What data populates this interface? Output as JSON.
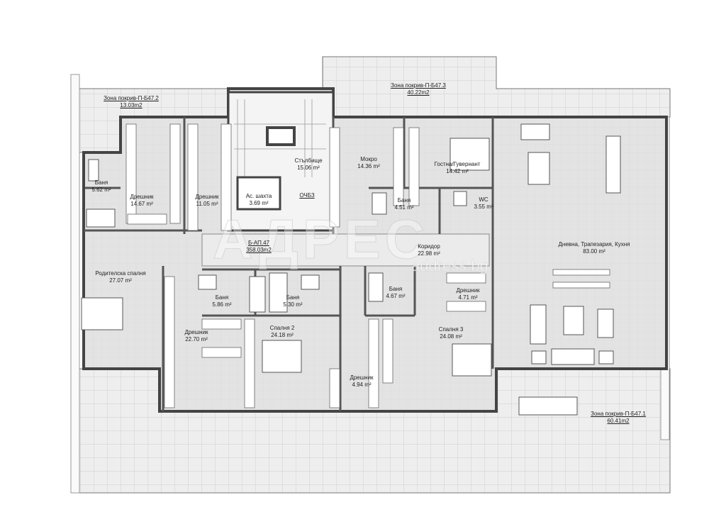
{
  "plan": {
    "unit_label": "Б-АП.47",
    "unit_area": "358.03m2",
    "terraces": [
      {
        "name": "Зона покрив-П-Б47.2",
        "area": "13.03m2"
      },
      {
        "name": "Зона покрив-П-Б47.3",
        "area": "40.22m2"
      },
      {
        "name": "Зона покрив-П-Б47.1",
        "area": "60.41m2"
      }
    ],
    "rooms": [
      {
        "name": "Баня",
        "area": "5.62 m²"
      },
      {
        "name": "Дрешник",
        "area": "14.67 m²"
      },
      {
        "name": "Дрешник",
        "area": "11.05 m²"
      },
      {
        "name": "Ас. шахта",
        "area": "3.69 m²"
      },
      {
        "name": "Стълбище",
        "area": "15.06 m²"
      },
      {
        "name": "ОЧБЗ",
        "area": ""
      },
      {
        "name": "Мокро",
        "area": "14.36 m²"
      },
      {
        "name": "Гостна/Гувернант",
        "area": "14.42 m²"
      },
      {
        "name": "Баня",
        "area": "4.51 m²"
      },
      {
        "name": "WC",
        "area": "3.55 m²"
      },
      {
        "name": "Коридор",
        "area": "22.98 m²"
      },
      {
        "name": "Дневна, Трапезария, Кухня",
        "area": "83.00 m²"
      },
      {
        "name": "Родителска спалня",
        "area": "27.07 m²"
      },
      {
        "name": "Баня",
        "area": "5.86 m²"
      },
      {
        "name": "Баня",
        "area": "5.30 m²"
      },
      {
        "name": "Баня",
        "area": "4.67 m²"
      },
      {
        "name": "Дрешник",
        "area": "4.71 m²"
      },
      {
        "name": "Дрешник",
        "area": "22.70 m²"
      },
      {
        "name": "Спалня 2",
        "area": "24.18 m²"
      },
      {
        "name": "Спалня 3",
        "area": "24.08 m²"
      },
      {
        "name": "Дрешник",
        "area": "4.94 m²"
      }
    ],
    "watermark": {
      "logo": "АДРЕС",
      "site": "address.bg"
    }
  }
}
